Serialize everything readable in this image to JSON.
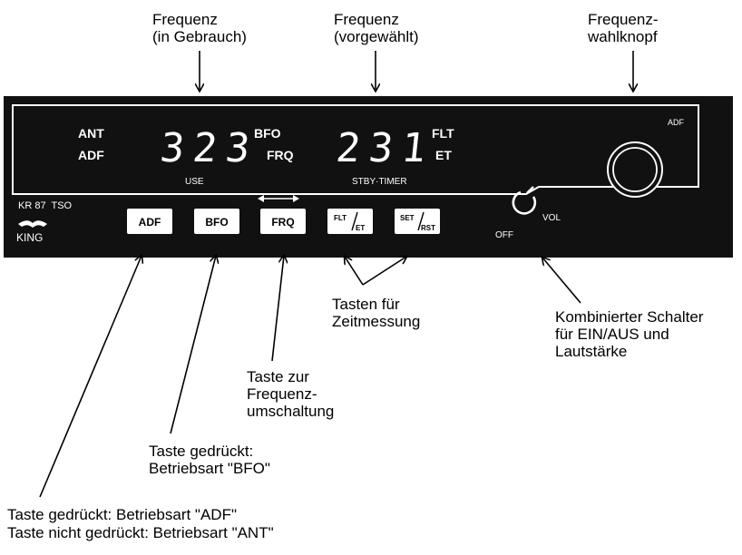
{
  "callouts": {
    "freq_in_use": "Frequenz\n(in Gebrauch)",
    "freq_preselected": "Frequenz\n(vorgewählt)",
    "freq_knob": "Frequenz-\nwahlknopf",
    "timing_keys": "Tasten für\nZeitmessung",
    "power_volume": "Kombinierter Schalter\nfür EIN/AUS und\nLautstärke",
    "freq_swap": "Taste zur\nFrequenz-\numschaltung",
    "bfo_key": "Taste gedrückt:\nBetriebsart \"BFO\"",
    "adf_key_line1": "Taste gedrückt: Betriebsart \"ADF\"",
    "adf_key_line2": "Taste nicht gedrückt: Betriebsart \"ANT\""
  },
  "panel": {
    "mode_ant": "ANT",
    "mode_adf": "ADF",
    "active_freq_digits": [
      "3",
      "2",
      "3"
    ],
    "standby_freq_digits": [
      "2",
      "3",
      "1"
    ],
    "annun_bfo": "BFO",
    "annun_frq": "FRQ",
    "annun_flt": "FLT",
    "annun_et": "ET",
    "label_use": "USE",
    "label_stby_timer": "STBY·TIMER",
    "label_adf_corner": "ADF",
    "model": "KR 87  TSO",
    "brand": "KING",
    "vol_label": "VOL",
    "off_label": "OFF",
    "buttons": {
      "adf": "ADF",
      "bfo": "BFO",
      "frq": "FRQ",
      "flt_top": "FLT",
      "flt_bottom": "ET",
      "set_top": "SET",
      "set_bottom": "RST"
    }
  },
  "colors": {
    "panel": "#111111",
    "text_on_panel": "#ffffff",
    "ink": "#000000"
  }
}
